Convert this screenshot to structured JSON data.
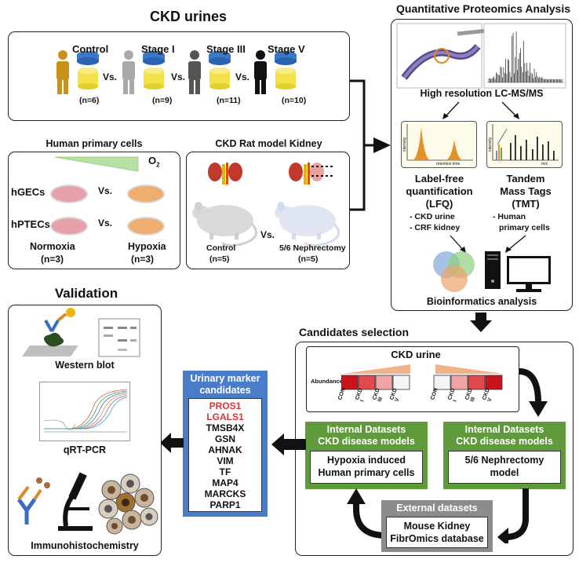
{
  "ckd_urines": {
    "title": "CKD urines",
    "groups": [
      {
        "label": "Control",
        "n": "(n=6)",
        "color": "#c8921a"
      },
      {
        "label": "Stage I",
        "n": "(n=9)",
        "color": "#a9a9a9"
      },
      {
        "label": "Stage III",
        "n": "(n=11)",
        "color": "#555555"
      },
      {
        "label": "Stage V",
        "n": "(n=10)",
        "color": "#111111"
      }
    ],
    "vs": "Vs."
  },
  "primary_cells": {
    "title": "Human primary cells",
    "o2": "O",
    "o2_sub": "2",
    "row1": "hGECs",
    "row2": "hPTECs",
    "vs": "Vs.",
    "normoxia": "Normoxia",
    "normoxia_n": "(n=3)",
    "hypoxia": "Hypoxia",
    "hypoxia_n": "(n=3)"
  },
  "rat_model": {
    "title": "CKD Rat model Kidney",
    "vs": "Vs.",
    "control": "Control",
    "control_n": "(n=5)",
    "nephrectomy": "5/6 Nephrectomy",
    "nephrectomy_n": "(n=5)"
  },
  "proteomics": {
    "title": "Quantitative Proteomics Analysis",
    "lcms": "High resolution LC-MS/MS",
    "lfq_line1": "Label-free",
    "lfq_line2": "quantification",
    "lfq_line3": "(LFQ)",
    "lfq_item1": "- CKD urine",
    "lfq_item2": "- CRF kidney",
    "tmt_line1": "Tandem",
    "tmt_line2": "Mass Tags",
    "tmt_line3": "(TMT)",
    "tmt_item1": "- Human",
    "tmt_item2": "primary cells",
    "axis_intensity": "intensity",
    "axis_retention": "retention time",
    "axis_mz": "m/z",
    "bioinfo": "Bioinformatics analysis"
  },
  "candidates": {
    "title": "Candidates selection",
    "ckd_urine": "CKD urine",
    "abundance": "Abundance",
    "stages": [
      "CON",
      "CKD I",
      "CKD III",
      "CKD V"
    ],
    "heat_down": [
      "#c8141b",
      "#e04a4c",
      "#f0a5a5",
      "#f4f4f4"
    ],
    "heat_up": [
      "#f4f4f4",
      "#f0a5a5",
      "#e04a4c",
      "#c8141b"
    ],
    "internal_left_head1": "Internal Datasets",
    "internal_left_head2": "CKD disease models",
    "internal_left_body1": "Hypoxia induced",
    "internal_left_body2": "Human primary cells",
    "internal_right_head1": "Internal Datasets",
    "internal_right_head2": "CKD disease models",
    "internal_right_body1": "5/6 Nephrectomy",
    "internal_right_body2": "model",
    "external_head": "External datasets",
    "external_body1": "Mouse Kidney",
    "external_body2": "FibrOmics database"
  },
  "markers": {
    "title1": "Urinary marker",
    "title2": "candidates",
    "highlight_color": "#e03131",
    "list": [
      {
        "name": "PROS1",
        "highlight": true
      },
      {
        "name": "LGALS1",
        "highlight": true
      },
      {
        "name": "TMSB4X",
        "highlight": false
      },
      {
        "name": "GSN",
        "highlight": false
      },
      {
        "name": "AHNAK",
        "highlight": false
      },
      {
        "name": "VIM",
        "highlight": false
      },
      {
        "name": "TF",
        "highlight": false
      },
      {
        "name": "MAP4",
        "highlight": false
      },
      {
        "name": "MARCKS",
        "highlight": false
      },
      {
        "name": "PARP1",
        "highlight": false
      }
    ]
  },
  "validation": {
    "title": "Validation",
    "western": "Western blot",
    "qrt": "qRT-PCR",
    "ihc": "Immunohistochemistry"
  }
}
